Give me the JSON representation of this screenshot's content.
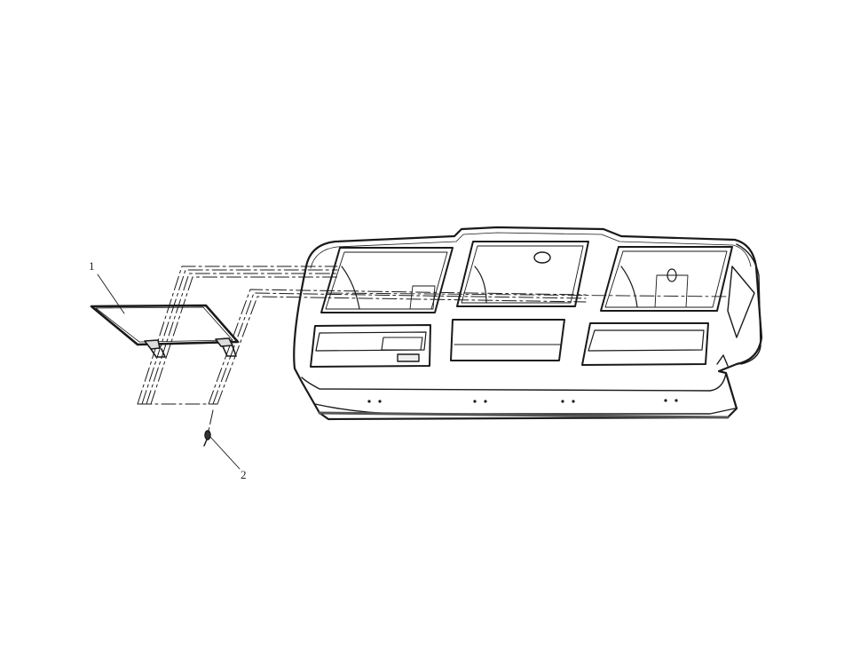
{
  "diagram": {
    "type": "exploded-parts-view",
    "subject": "overhead cab console / roof panel assembly",
    "callouts": [
      {
        "id": "callout-1",
        "label": "1",
        "part": "sun visor panel"
      },
      {
        "id": "callout-2",
        "label": "2",
        "part": "screw"
      }
    ],
    "colors": {
      "line": "#1a1a1a",
      "background": "#ffffff"
    }
  }
}
